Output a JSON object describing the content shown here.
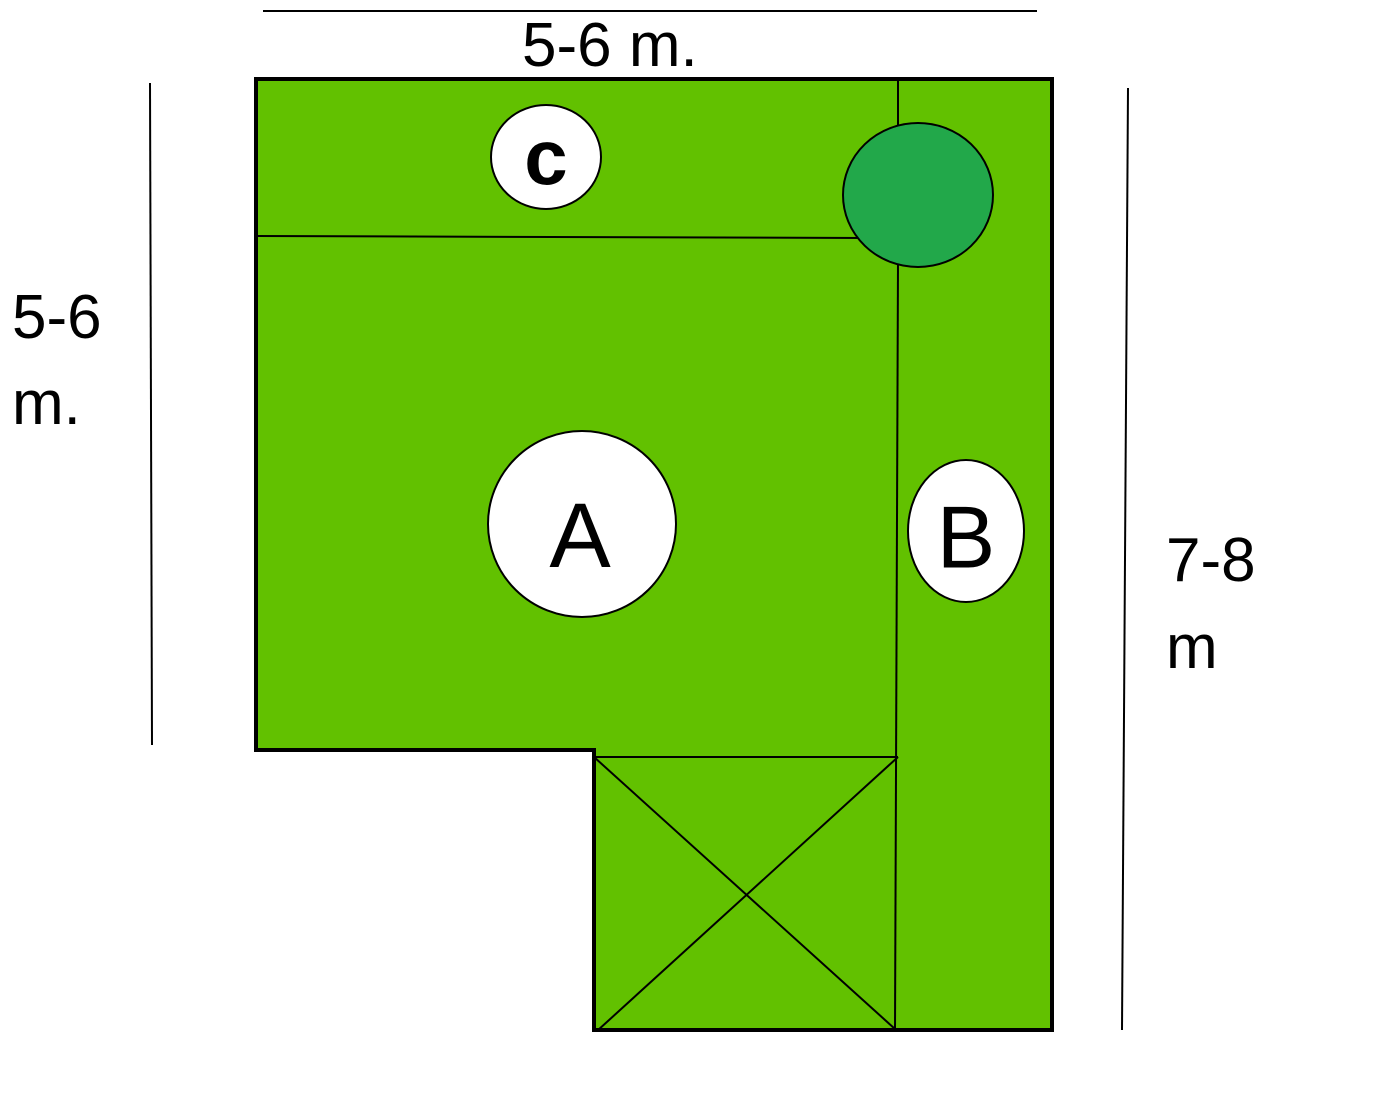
{
  "dimensions": {
    "top_width": "5-6 m.",
    "left_height_line1": "5-6",
    "left_height_line2": "m.",
    "right_height_line1": "7-8",
    "right_height_line2": "m"
  },
  "zones": {
    "a": "A",
    "b": "B",
    "c": "c"
  },
  "colors": {
    "lawn": "#62c100",
    "tree": "#22a84a",
    "outline": "#000000",
    "zone_fill": "#ffffff"
  },
  "icons": {
    "tree": "tree-circle",
    "crossed_box": "crossed-square"
  }
}
